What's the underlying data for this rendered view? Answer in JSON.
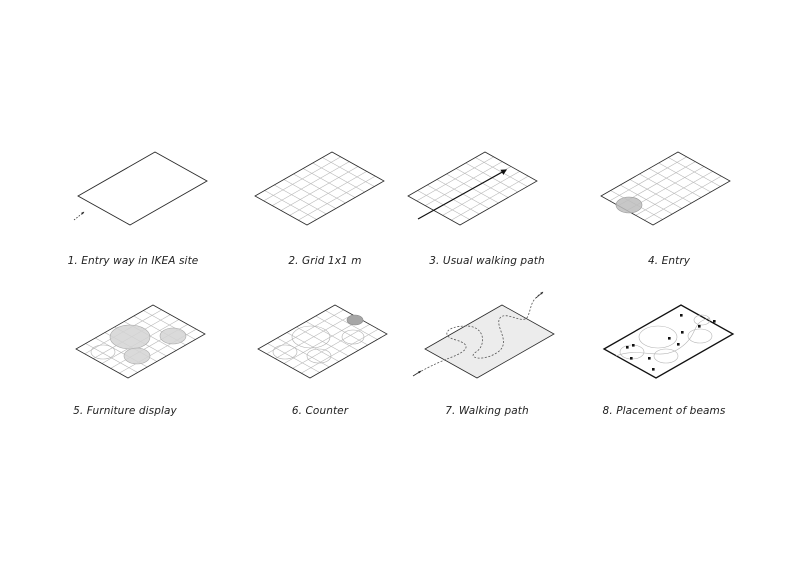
{
  "colors": {
    "line": "#2a2a2a",
    "grid": "#b8b8b8",
    "circle_fill": "#d9d9d9",
    "circle_stroke": "#a8a8a8",
    "entry_fill": "#bdbdbd",
    "counter_fill": "#a6a6a6",
    "shaded_plane": "#ececec",
    "beam": "#111111"
  },
  "diagrams": [
    {
      "id": "d1",
      "caption": "1. Entry way in IKEA site",
      "icons": [
        "plain-plane",
        "entry-arrow-icon"
      ]
    },
    {
      "id": "d2",
      "caption": "2. Grid 1x1 m",
      "icons": [
        "grid-plane"
      ]
    },
    {
      "id": "d3",
      "caption": "3. Usual walking path",
      "icons": [
        "grid-plane",
        "walking-arrow-icon"
      ]
    },
    {
      "id": "d4",
      "caption": "4. Entry",
      "icons": [
        "grid-plane",
        "entry-zone"
      ]
    },
    {
      "id": "d5",
      "caption": "5. Furniture display",
      "icons": [
        "grid-plane",
        "display-zones"
      ]
    },
    {
      "id": "d6",
      "caption": "6. Counter",
      "icons": [
        "grid-plane",
        "counter-zone"
      ]
    },
    {
      "id": "d7",
      "caption": "7. Walking path",
      "icons": [
        "shaded-plane",
        "curved-path"
      ]
    },
    {
      "id": "d8",
      "caption": "8. Placement of beams",
      "icons": [
        "plain-plane",
        "beams"
      ]
    }
  ]
}
